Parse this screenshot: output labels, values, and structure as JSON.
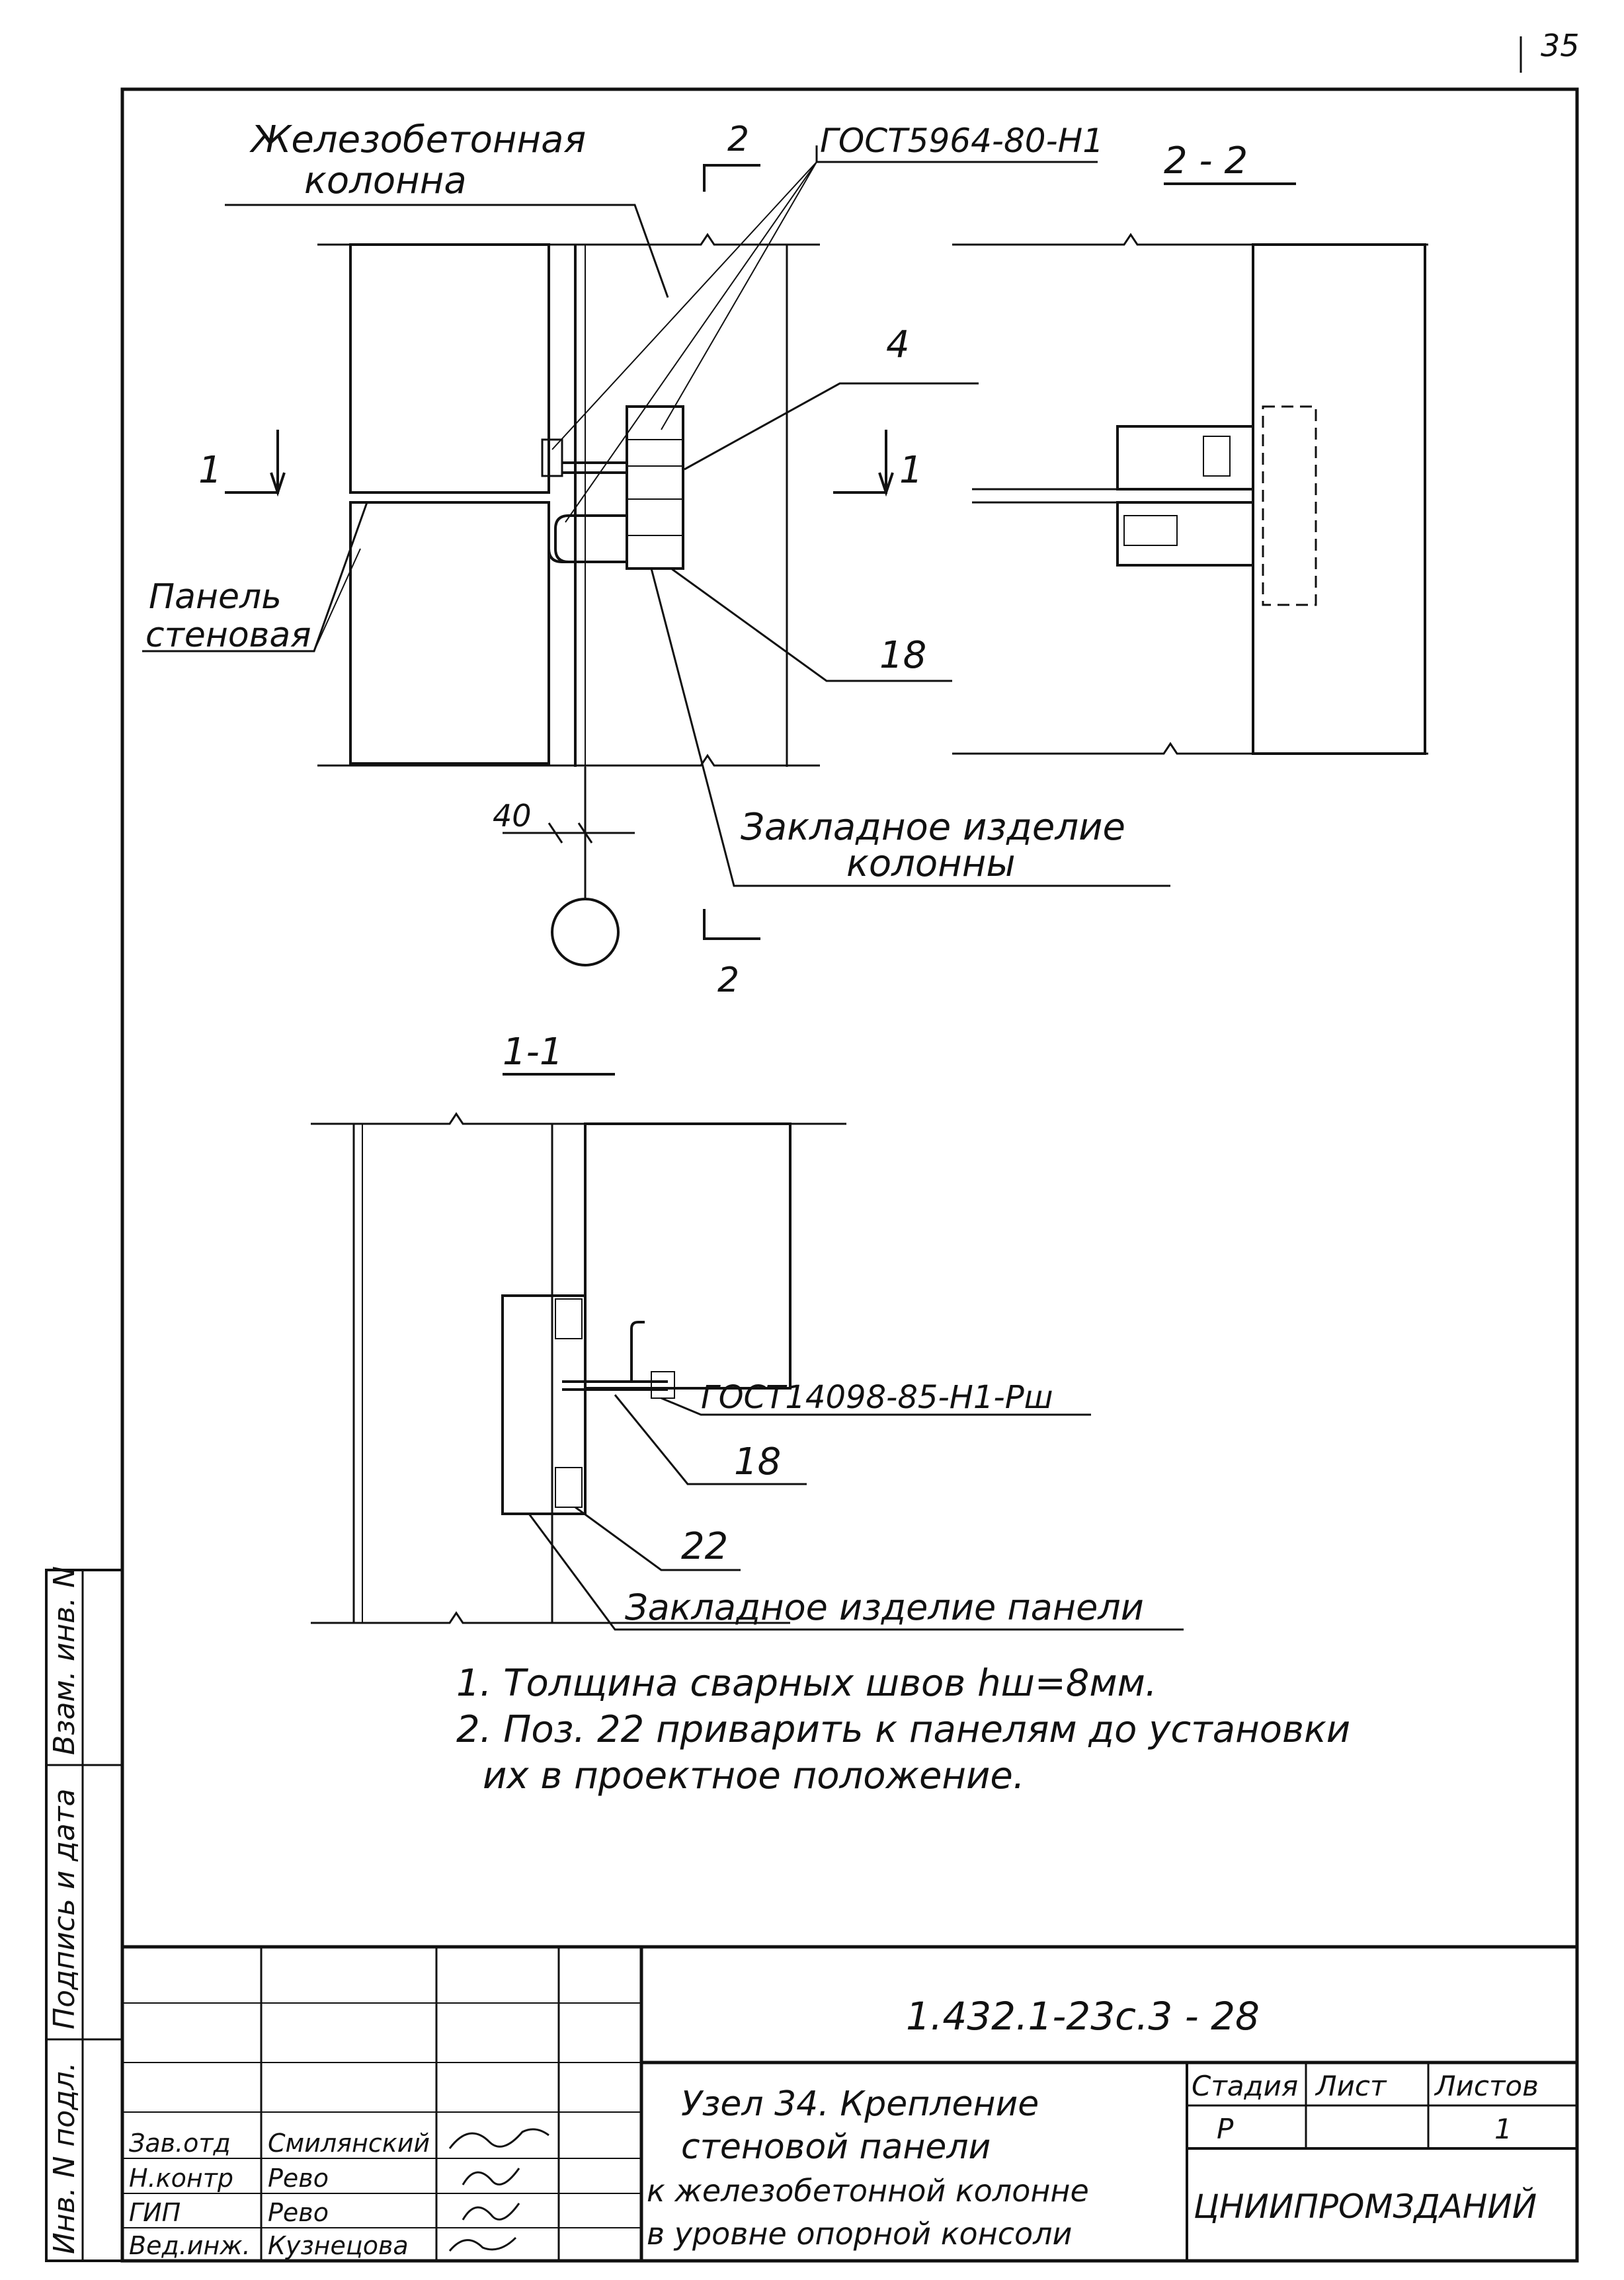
{
  "sheet_number": "35",
  "labels": {
    "column_title_1": "Железобетонная",
    "column_title_2": "колонна",
    "gost_top": "ГОСТ5964-80-Н1",
    "section_2_mark_top": "2",
    "section_2_mark_bottom": "2",
    "section_1_mark_left": "1",
    "section_1_mark_right": "1",
    "pos_4": "4",
    "pos_18_top": "18",
    "panel_label_1": "Панель",
    "panel_label_2": "стеновая",
    "embed_column_1": "Закладное изделие",
    "embed_column_2": "колонны",
    "dim_40": "40",
    "section_2_2_title": "2 - 2",
    "section_1_1_title": "1-1",
    "gost_bottom": "ГОСТ14098-85-Н1-Рш",
    "pos_18_bottom": "18",
    "pos_22": "22",
    "embed_panel": "Закладное изделие панели"
  },
  "notes": {
    "line1": "1. Толщина сварных швов  hш=8мм.",
    "line2": "2. Поз.  22  приварить к панелям до установки",
    "line3": "их в проектное положение."
  },
  "side_stamp": {
    "col1": "Инв. N подл.",
    "col2": "Подпись и дата",
    "col3": "Взам. инв. N"
  },
  "title_block": {
    "doc_code": "1.432.1-23с.3 - 28",
    "title_lines": [
      "Узел 34. Крепление",
      "стеновой панели",
      "к железобетонной колонне",
      "в уровне опорной консоли"
    ],
    "stage_header": "Стадия",
    "sheet_header": "Лист",
    "sheets_header": "Листов",
    "stage_value": "Р",
    "sheets_value": "1",
    "organization": "ЦНИИПРОМЗДАНИЙ",
    "staff": [
      {
        "role": "Зав.отд",
        "name": "Смилянский"
      },
      {
        "role": "Н.контр",
        "name": "Рево"
      },
      {
        "role": "ГИП",
        "name": "Рево"
      },
      {
        "role": "Вед.инж.",
        "name": "Кузнецова"
      }
    ]
  }
}
